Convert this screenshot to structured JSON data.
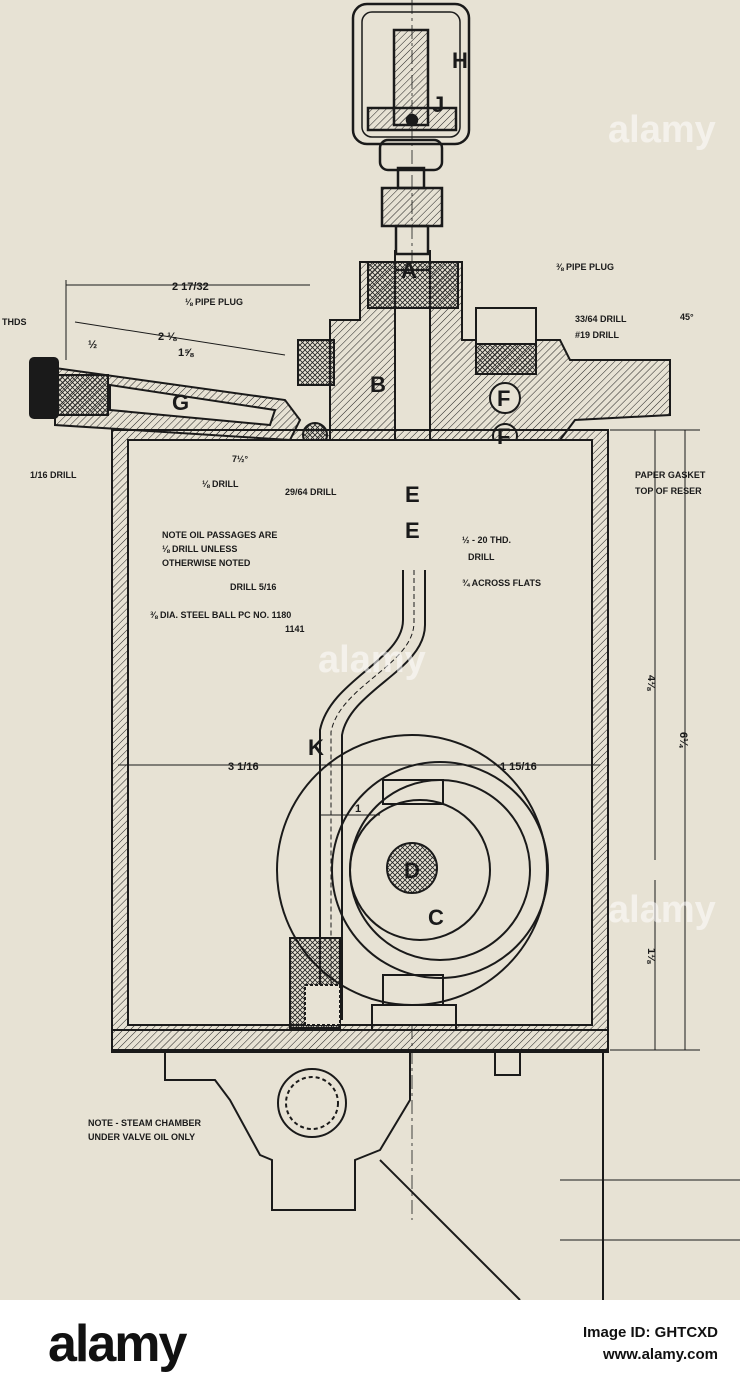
{
  "parts": {
    "A": "A",
    "B": "B",
    "C": "C",
    "D": "D",
    "E": "E",
    "F": "F",
    "G": "G",
    "H": "H",
    "J": "J",
    "K": "K"
  },
  "labels": {
    "thds": "THDS",
    "pipe_plug_left": "⅛ PIPE PLUG",
    "pipe_plug_right": "⅜ PIPE PLUG",
    "drill_33_64": "33/64 DRILL",
    "drill_19": "#19 DRILL",
    "paper_gasket": "PAPER GASKET",
    "top_of_reser": "TOP OF RESER",
    "drill_29_64": "29/64 DRILL",
    "drill_eighth_left": "⅛ DRILL",
    "drill_sixteenth": "1/16 DRILL",
    "note_oil_1": "NOTE OIL PASSAGES ARE",
    "note_oil_2": "⅛ DRILL UNLESS",
    "note_oil_3": "OTHERWISE NOTED",
    "drill_5_16": "DRILL 5/16",
    "thd_20": "½ - 20 THD.",
    "drill_small": "DRILL",
    "across_flats": "¾ ACROSS FLATS",
    "steel_ball_1": "⅜ DIA. STEEL BALL PC NO. 1180",
    "steel_ball_2": "1141",
    "note_steam_1": "NOTE - STEAM CHAMBER",
    "note_steam_2": "UNDER VALVE OIL ONLY"
  },
  "dimensions": {
    "d_2_17_32": "2 17/32",
    "d_2_1_8": "2 ⅛",
    "d_1_5_8": "1⅝",
    "d_half": "½",
    "d_3_1_16": "3 1/16",
    "d_1_15_16": "1 15/16",
    "d_1": "1",
    "d_4_1_8": "4⅛",
    "d_6_1_4": "6¼",
    "d_1_1_8": "1⅛",
    "d_45": "45°",
    "d_7_half": "7½°"
  },
  "watermarks": [
    "alamy",
    "alamy",
    "alamy"
  ],
  "footer": {
    "brand": "alamy",
    "image_id": "Image ID: GHTCXD",
    "url": "www.alamy.com"
  }
}
